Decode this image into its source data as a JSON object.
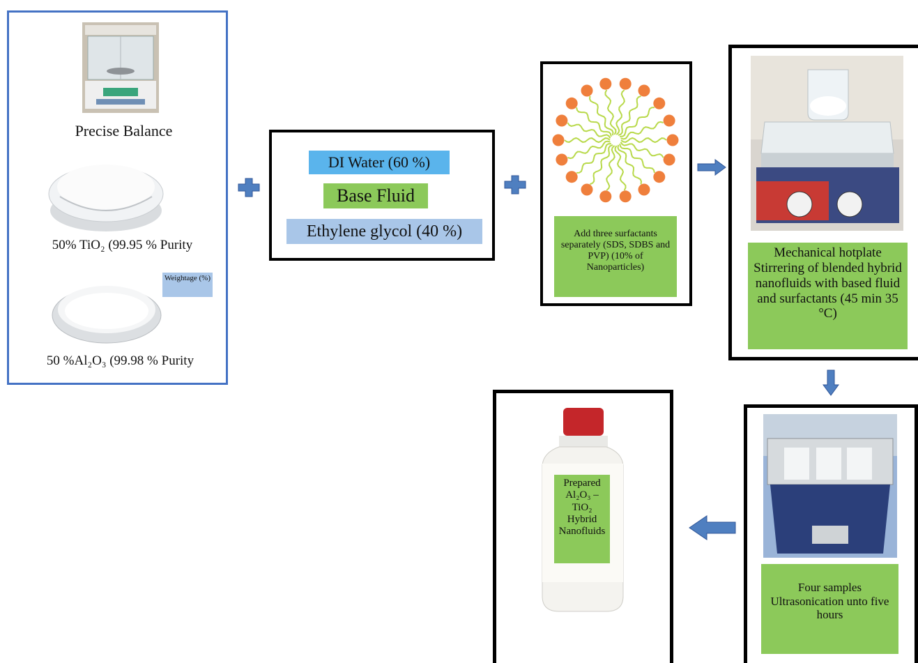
{
  "materials": {
    "balance_label": "Precise Balance",
    "tio2_label": "50% TiO₂ (99.95 % Purity",
    "al2o3_label": "50 %Al₂O₃ (99.98 % Purity",
    "weightage_tag": "Weightage (%)"
  },
  "base_fluid": {
    "di_water": "DI Water (60 %)",
    "title": "Base Fluid",
    "ethylene_glycol": "Ethylene glycol  (40 %)"
  },
  "surfactants": {
    "text": "Add three surfactants separately (SDS, SDBS and PVP) (10% of Nanoparticles)"
  },
  "hotplate": {
    "text": "Mechanical hotplate Stirrering of blended hybrid nanofluids with based fluid and surfactants (45 min 35 °C)"
  },
  "ultrasonication": {
    "text": "Four samples Ultrasonication unto five hours"
  },
  "product": {
    "text": "Prepared Al₂O₃ – TiO₂ Hybrid Nanofluids"
  },
  "colors": {
    "panel_border": "#4472c4",
    "arrow": "#4f7fc0",
    "green_label": "#8cc95a",
    "di_water_bg": "#5ab4ec",
    "ethylene_bg": "#a9c6e8",
    "micelle_head": "#ef7f3c",
    "micelle_tail": "#b8d94a",
    "bottle_cap": "#c4262a"
  }
}
